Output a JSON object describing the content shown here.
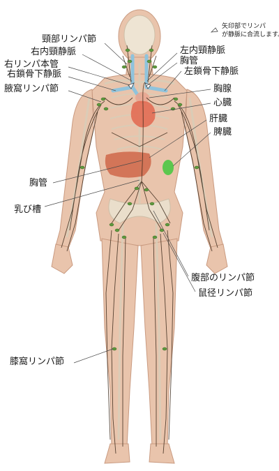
{
  "note": {
    "line1": "矢印部でリンパ",
    "line2": "が静脈に合流します。"
  },
  "labels": {
    "cervical_nodes": "頸部リンパ節",
    "right_internal_jugular": "右内頸静脈",
    "right_lymphatic_duct": "右リンパ本管",
    "right_subclavian": "右鎖骨下静脈",
    "axillary_nodes": "腋窩リンパ節",
    "left_internal_jugular": "左内頸静脈",
    "thoracic_duct_upper": "胸管",
    "left_subclavian": "左鎖骨下静脈",
    "thymus": "胸腺",
    "heart": "心臓",
    "liver": "肝臓",
    "spleen": "脾臓",
    "thoracic_duct_lower": "胸管",
    "cisterna_chyli": "乳び槽",
    "abdominal_nodes": "腹部のリンパ節",
    "inguinal_nodes": "鼠径リンパ節",
    "popliteal_nodes": "膝窩リンパ節"
  },
  "colors": {
    "skin": "#e9c4ac",
    "bone": "#ece6d8",
    "vein": "#8fc3dc",
    "heart": "#e2674f",
    "liver": "#cf6a4c",
    "spleen": "#5cc74e",
    "lymph_node": "#5f9b3e",
    "vessel": "#3d2b1c"
  }
}
